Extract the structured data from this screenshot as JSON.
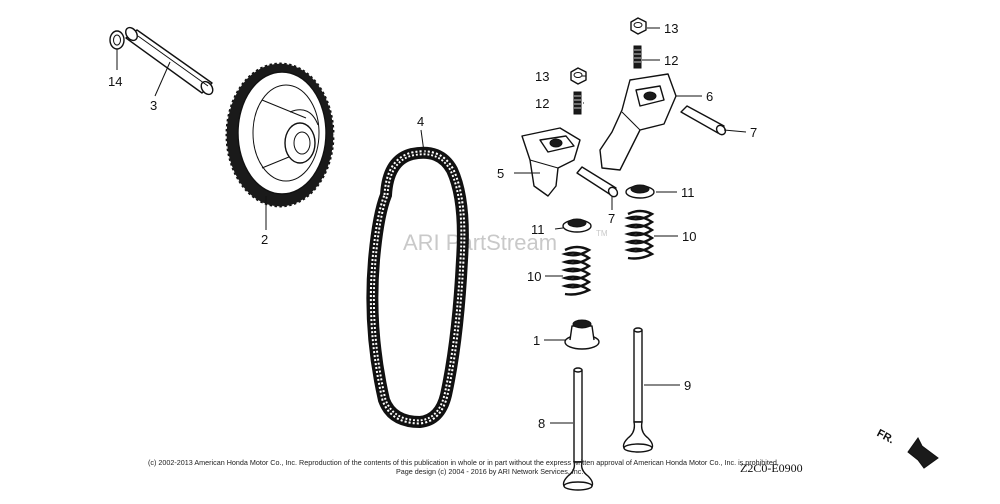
{
  "diagram": {
    "watermark": "ARI PartStream",
    "watermark_tm": "TM",
    "drawing_code": "Z2C0-E0900",
    "direction_label": "FR.",
    "copyright_line1": "(c) 2002-2013 American Honda Motor Co., Inc. Reproduction of the contents of this publication in whole or in part without the express written approval of American Honda Motor Co., Inc. is prohibited.",
    "copyright_line2": "Page design (c) 2004 - 2016 by ARI Network Services, Inc.",
    "callouts": {
      "c1": "1",
      "c2": "2",
      "c3": "3",
      "c4": "4",
      "c5": "5",
      "c6": "6",
      "c7a": "7",
      "c7b": "7",
      "c8": "8",
      "c9": "9",
      "c10a": "10",
      "c10b": "10",
      "c11a": "11",
      "c11b": "11",
      "c12a": "12",
      "c12b": "12",
      "c13a": "13",
      "c13b": "13",
      "c14": "14"
    }
  }
}
